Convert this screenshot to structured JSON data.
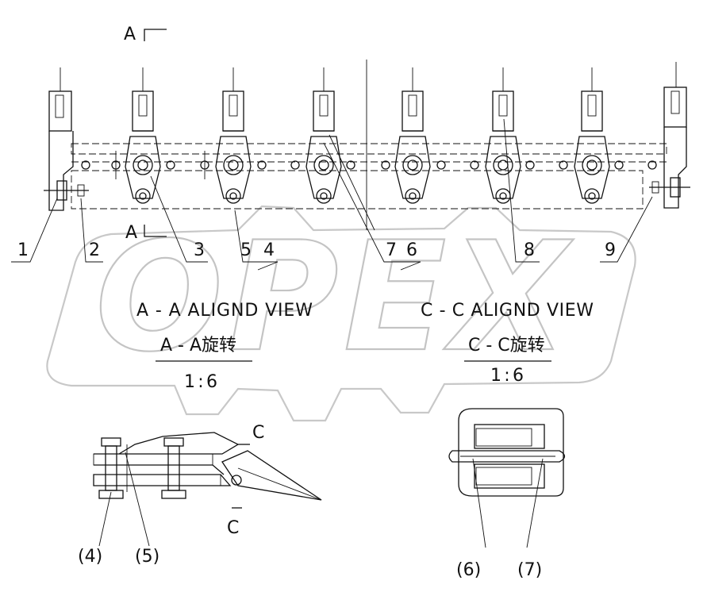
{
  "watermark": {
    "text": "OPEX"
  },
  "section_marks": {
    "a_top": "A",
    "a_bottom": "A",
    "c_top": "C",
    "c_bottom": "C"
  },
  "callouts": [
    "1",
    "2",
    "3",
    "5",
    "4",
    "7",
    "6",
    "8",
    "9"
  ],
  "view_aa": {
    "title_en": "A - A ALIGND VIEW",
    "title_cn": "A - A旋转",
    "scale": "1:6"
  },
  "view_cc": {
    "title_en": "C - C ALIGND VIEW",
    "title_cn": "C - C旋转",
    "scale": "1:6"
  },
  "detail_callouts": {
    "p4": "(4)",
    "p5": "(5)",
    "p6": "(6)",
    "p7": "(7)"
  }
}
